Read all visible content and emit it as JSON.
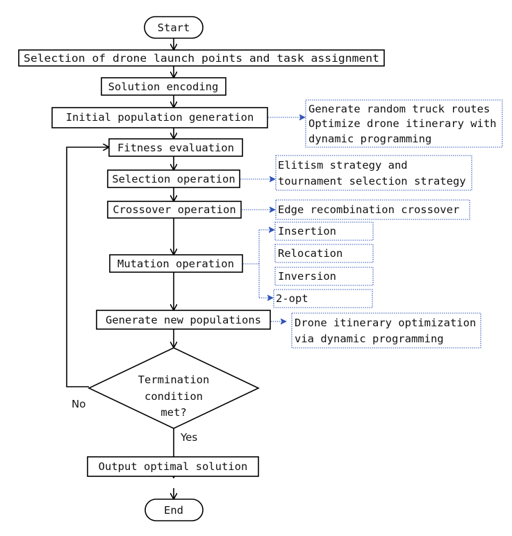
{
  "flowchart": {
    "start": "Start",
    "end": "End",
    "steps": {
      "selection_launch": "Selection of drone launch points and task assignment",
      "encoding": "Solution encoding",
      "initial_population": "Initial population generation",
      "fitness": "Fitness evaluation",
      "selection_op": "Selection operation",
      "crossover_op": "Crossover operation",
      "mutation_op": "Mutation operation",
      "generate_new": "Generate new populations",
      "output": "Output optimal solution"
    },
    "decision": {
      "lines": [
        "Termination",
        "condition",
        "met?"
      ],
      "yes_label": "Yes",
      "no_label": "No"
    },
    "notes": {
      "initial_population": [
        "Generate random truck routes",
        "Optimize drone itinerary with",
        "dynamic programming"
      ],
      "selection_op": [
        "Elitism strategy and",
        "tournament selection strategy"
      ],
      "crossover_op": [
        "Edge recombination crossover"
      ],
      "mutation_op": [
        "Insertion",
        "Relocation",
        "Inversion",
        "2-opt"
      ],
      "generate_new": [
        "Drone itinerary optimization",
        "via dynamic programming"
      ]
    },
    "colors": {
      "node_stroke": "#000000",
      "note_stroke": "#2f55b8"
    }
  }
}
